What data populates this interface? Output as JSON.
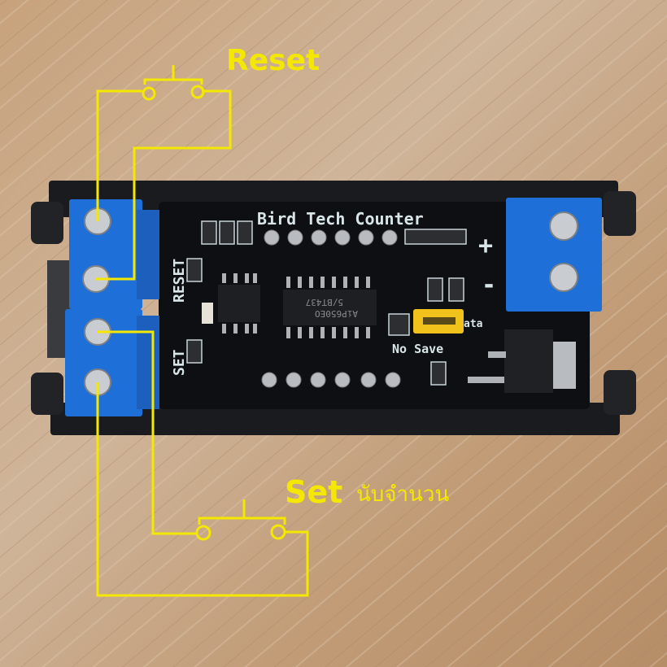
{
  "annotations": {
    "reset_label": "Reset",
    "set_label": "Set",
    "set_thai_label": "นับจำนวน"
  },
  "pcb": {
    "title": "Bird Tech Counter",
    "reset_silk": "RESET",
    "set_silk": "SET",
    "no_save_silk": "No Save",
    "data_silk": "ata",
    "plus_silk": "+",
    "minus_silk": "-",
    "chip_line1": "AiP650EO",
    "chip_line2": "5/BT437"
  },
  "colors": {
    "wire": "#f5e800",
    "terminal": "#1f6fd8",
    "pcb": "#0d0f12",
    "jumper": "#f2c21c"
  }
}
